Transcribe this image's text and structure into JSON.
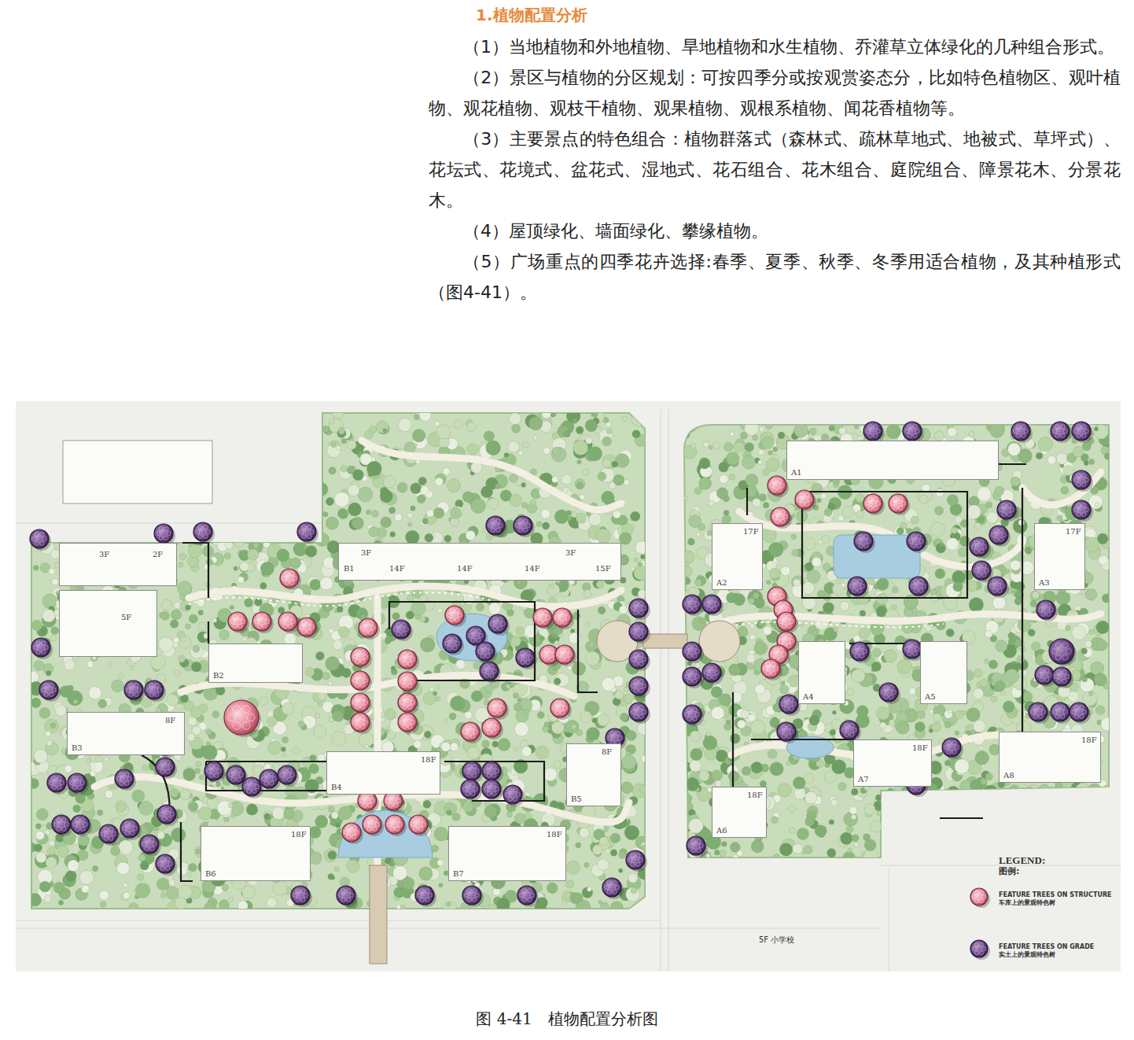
{
  "diagram": {
    "title": "1.植物配置分析",
    "caption": "图 4-41　植物配置分析图",
    "nodes": [
      {
        "text": [
          "3F",
          "2F"
        ]
      },
      {
        "text": [
          "5F"
        ]
      },
      {
        "text": [
          "B1",
          "3F",
          "14F",
          "14F",
          "14F",
          "3F",
          "15F"
        ]
      },
      {
        "text": [
          "B2"
        ]
      },
      {
        "text": [
          "B3",
          "8F"
        ]
      },
      {
        "text": [
          "B4",
          "18F"
        ]
      },
      {
        "text": [
          "B5",
          "8F"
        ]
      },
      {
        "text": [
          "B6",
          "18F"
        ]
      },
      {
        "text": [
          "B7",
          "18F"
        ]
      },
      {
        "text": [
          "A1"
        ]
      },
      {
        "text": [
          "A2",
          "17F"
        ]
      },
      {
        "text": [
          "A3",
          "17F"
        ]
      },
      {
        "text": [
          "A4"
        ]
      },
      {
        "text": [
          "A5"
        ]
      },
      {
        "text": [
          "A7",
          "18F"
        ]
      },
      {
        "text": [
          "A8",
          "18F"
        ]
      },
      {
        "text": [
          "A6",
          "18F"
        ]
      }
    ],
    "labels": [
      "（1）当地植物和外地植物、旱地植物和水生植物、乔灌草立体绿化的几种组合形式。",
      "（2）景区与植物的分区规划：可按四季分或按观赏姿态分，比如特色植物区、观叶植物、观花植物、观枝干植物、观果植物、观根系植物、闻花香植物等。",
      "（3）主要景点的特色组合：植物群落式（森林式、疏林草地式、地被式、草坪式）、花坛式、花境式、盆花式、湿地式、花石组合、花木组合、庭院组合、障景花木、分景花木。",
      "（4）屋顶绿化、墙面绿化、攀缘植物。",
      "（5）广场重点的四季花卉选择:春季、夏季、秋季、冬季用适合植物，及其种植形式（图4-41）。",
      "LEGEND:",
      "图例:",
      "5F 小学校"
    ],
    "legend": [
      {
        "text": "FEATURE TREES ON STRUCTURE 车库上的景观特色树"
      },
      {
        "text": "FEATURE TREES ON GRADE 实土上的景观特色树"
      }
    ]
  }
}
